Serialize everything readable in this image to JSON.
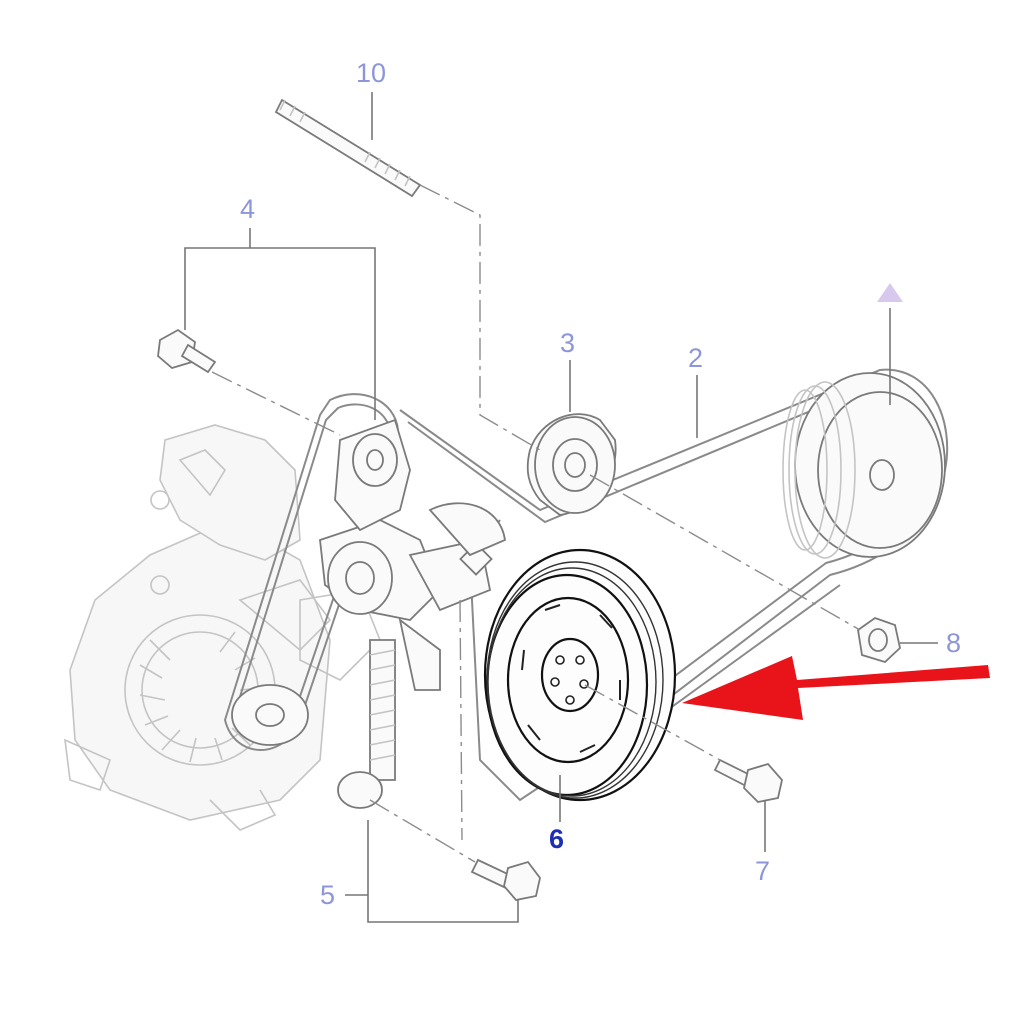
{
  "diagram": {
    "callouts": [
      {
        "id": "10",
        "label": "10",
        "state": "muted"
      },
      {
        "id": "4",
        "label": "4",
        "state": "muted"
      },
      {
        "id": "3",
        "label": "3",
        "state": "muted"
      },
      {
        "id": "2",
        "label": "2",
        "state": "muted"
      },
      {
        "id": "8",
        "label": "8",
        "state": "muted"
      },
      {
        "id": "6",
        "label": "6",
        "state": "active"
      },
      {
        "id": "7",
        "label": "7",
        "state": "muted"
      },
      {
        "id": "5",
        "label": "5",
        "state": "muted"
      }
    ],
    "colors": {
      "callout_muted": "#8c96d8",
      "callout_active": "#1f2fb4",
      "pointer_arrow": "#e8141a",
      "note_marker": "#d9c8ee",
      "ghost_line": "#c4c4c4"
    },
    "icons": {
      "pointer": "red-arrow-icon",
      "note": "triangle-icon"
    }
  }
}
